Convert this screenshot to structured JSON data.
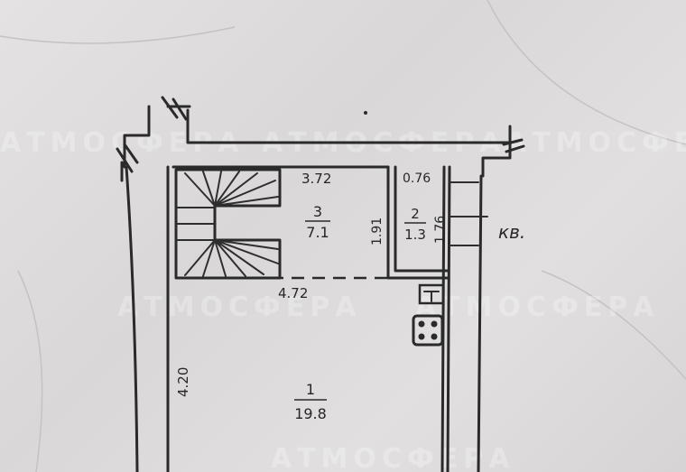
{
  "watermark": {
    "text": "АТМОСФЕРА"
  },
  "rooms": [
    {
      "id": "3",
      "number": "3",
      "area": "7.1"
    },
    {
      "id": "2",
      "number": "2",
      "area": "1.3"
    },
    {
      "id": "1",
      "number": "1",
      "area": "19.8"
    }
  ],
  "dimensions": {
    "top_width": "3.72",
    "small_top": "0.76",
    "small_height": "1.91",
    "small_right": "1.76",
    "middle_width": "4.72",
    "left_height": "4.20"
  },
  "notes": {
    "apartment": "кв."
  }
}
